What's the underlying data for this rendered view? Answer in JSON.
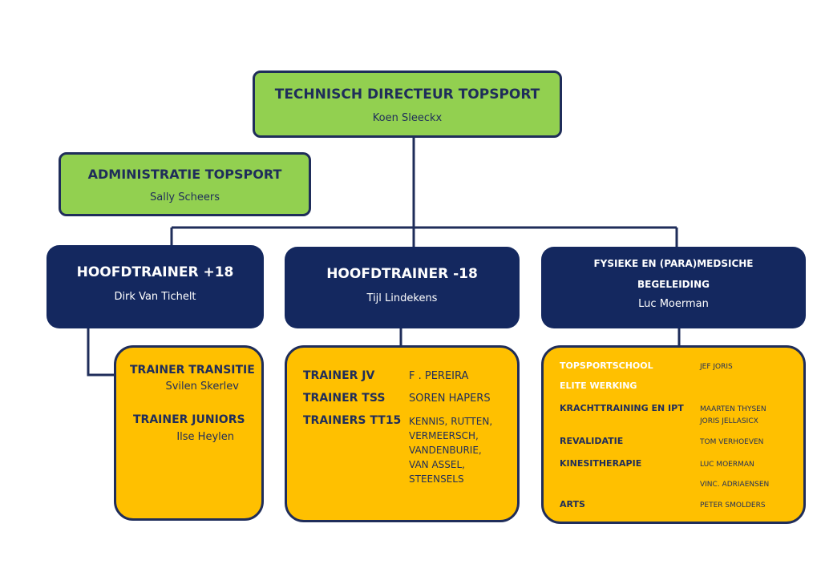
{
  "colors": {
    "green": "#92d050",
    "navy": "#14285f",
    "gold": "#ffc000",
    "line": "#1f2d5a"
  },
  "top": {
    "title": "TECHNISCH DIRECTEUR TOPSPORT",
    "name": "Koen Sleeckx"
  },
  "admin": {
    "title": "ADMINISTRATIE TOPSPORT",
    "name": "Sally Scheers"
  },
  "heads": [
    {
      "title": "HOOFDTRAINER +18",
      "name": "Dirk Van Tichelt"
    },
    {
      "title": "HOOFDTRAINER -18",
      "name": "Tijl Lindekens"
    },
    {
      "title_line1": "FYSIEKE EN (PARA)MEDSICHE",
      "title_line2": "BEGELEIDING",
      "name": "Luc Moerman"
    }
  ],
  "teams": {
    "plus18": [
      {
        "role": "TRAINER TRANSITIE",
        "name": "Svilen Skerlev"
      },
      {
        "role": "TRAINER JUNIORS",
        "name": "Ilse Heylen"
      }
    ],
    "min18": [
      {
        "role": "TRAINER JV",
        "names": [
          "F . PEREIRA"
        ]
      },
      {
        "role": "TRAINER TSS",
        "names": [
          "SOREN HAPERS"
        ]
      },
      {
        "role": "TRAINERS TT15",
        "names": [
          "KENNIS, RUTTEN,",
          "VERMEERSCH,",
          "VANDENBURIE,",
          "VAN ASSEL,",
          "STEENSELS"
        ]
      }
    ],
    "support": [
      {
        "role": "TOPSPORTSCHOOL",
        "role_color": "#ffffff",
        "names": [
          "JEF JORIS"
        ]
      },
      {
        "role": "ELITE WERKING",
        "role_color": "#ffffff",
        "names": []
      },
      {
        "role": "KRACHTTRAINING EN IPT",
        "role_color": "#1f2d5a",
        "names": [
          "MAARTEN THYSEN",
          "JORIS JELLASICX"
        ]
      },
      {
        "role": "REVALIDATIE",
        "role_color": "#1f2d5a",
        "names": [
          "TOM VERHOEVEN"
        ]
      },
      {
        "role": "KINESITHERAPIE",
        "role_color": "#1f2d5a",
        "names": [
          "LUC MOERMAN",
          "VINC. ADRIAENSEN"
        ]
      },
      {
        "role": "ARTS",
        "role_color": "#1f2d5a",
        "names": [
          "PETER SMOLDERS"
        ]
      }
    ]
  }
}
